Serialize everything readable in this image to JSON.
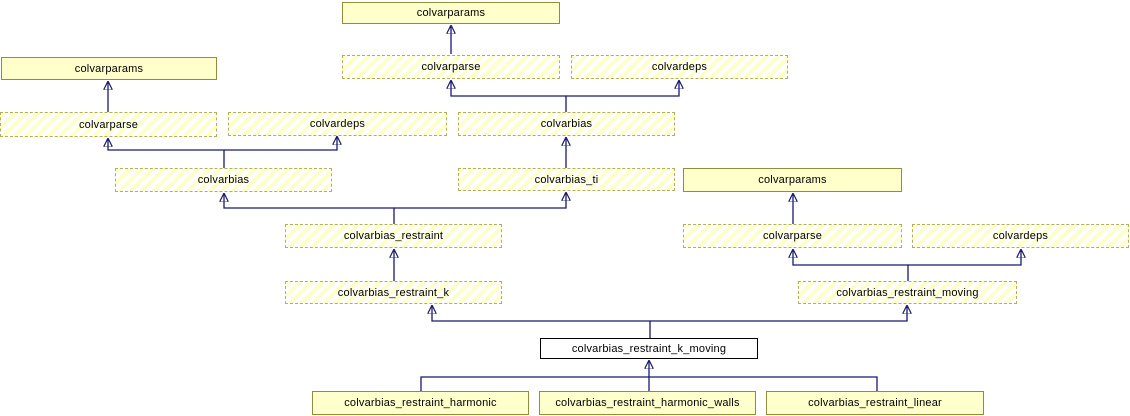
{
  "diagram": {
    "type": "class-inheritance-graph",
    "colors": {
      "arrow": "#191970",
      "node_fill": "#ffffcc",
      "solid_border": "#8e8e3c",
      "hatched_border": "#b0b060",
      "plain_border": "#000000",
      "background": "#ffffff"
    },
    "nodes": [
      {
        "id": "colvarparams-a",
        "label": "colvarparams",
        "style": "solid"
      },
      {
        "id": "colvarparams-b",
        "label": "colvarparams",
        "style": "solid"
      },
      {
        "id": "colvarparse-a",
        "label": "colvarparse",
        "style": "hatched"
      },
      {
        "id": "colvardeps-a",
        "label": "colvardeps",
        "style": "hatched"
      },
      {
        "id": "colvarparse-b",
        "label": "colvarparse",
        "style": "hatched"
      },
      {
        "id": "colvardeps-b",
        "label": "colvardeps",
        "style": "hatched"
      },
      {
        "id": "colvarbias-a",
        "label": "colvarbias",
        "style": "hatched"
      },
      {
        "id": "colvarbias-b",
        "label": "colvarbias",
        "style": "hatched"
      },
      {
        "id": "colvarbias-ti",
        "label": "colvarbias_ti",
        "style": "hatched"
      },
      {
        "id": "colvarparams-c",
        "label": "colvarparams",
        "style": "solid"
      },
      {
        "id": "colvarbias-restraint",
        "label": "colvarbias_restraint",
        "style": "hatched"
      },
      {
        "id": "colvarparse-c",
        "label": "colvarparse",
        "style": "hatched"
      },
      {
        "id": "colvardeps-c",
        "label": "colvardeps",
        "style": "hatched"
      },
      {
        "id": "colvarbias-restraint-k",
        "label": "colvarbias_restraint_k",
        "style": "hatched"
      },
      {
        "id": "colvarbias-restraint-moving",
        "label": "colvarbias_restraint_moving",
        "style": "hatched"
      },
      {
        "id": "colvarbias-restraint-k-moving",
        "label": "colvarbias_restraint_k_moving",
        "style": "plain"
      },
      {
        "id": "colvarbias-restraint-harmonic",
        "label": "colvarbias_restraint_harmonic",
        "style": "solid"
      },
      {
        "id": "colvarbias-restraint-harmonic-walls",
        "label": "colvarbias_restraint_harmonic_walls",
        "style": "solid"
      },
      {
        "id": "colvarbias-restraint-linear",
        "label": "colvarbias_restraint_linear",
        "style": "solid"
      }
    ],
    "edges": [
      {
        "from": "colvarparse-a",
        "to": "colvarparams-a"
      },
      {
        "from": "colvarbias-a",
        "to": "colvarparse-a"
      },
      {
        "from": "colvarbias-a",
        "to": "colvardeps-a"
      },
      {
        "from": "colvarparse-b",
        "to": "colvarparams-b"
      },
      {
        "from": "colvarbias-b",
        "to": "colvarparse-b"
      },
      {
        "from": "colvarbias-b",
        "to": "colvardeps-b"
      },
      {
        "from": "colvarbias-ti",
        "to": "colvarbias-a"
      },
      {
        "from": "colvarbias-restraint",
        "to": "colvarbias-b"
      },
      {
        "from": "colvarbias-restraint",
        "to": "colvarbias-ti"
      },
      {
        "from": "colvarbias-restraint-k",
        "to": "colvarbias-restraint"
      },
      {
        "from": "colvarparse-c",
        "to": "colvarparams-c"
      },
      {
        "from": "colvarbias-restraint-moving",
        "to": "colvarparse-c"
      },
      {
        "from": "colvarbias-restraint-moving",
        "to": "colvardeps-c"
      },
      {
        "from": "colvarbias-restraint-k-moving",
        "to": "colvarbias-restraint-k"
      },
      {
        "from": "colvarbias-restraint-k-moving",
        "to": "colvarbias-restraint-moving"
      },
      {
        "from": "colvarbias-restraint-harmonic",
        "to": "colvarbias-restraint-k-moving"
      },
      {
        "from": "colvarbias-restraint-harmonic-walls",
        "to": "colvarbias-restraint-k-moving"
      },
      {
        "from": "colvarbias-restraint-linear",
        "to": "colvarbias-restraint-k-moving"
      }
    ]
  }
}
